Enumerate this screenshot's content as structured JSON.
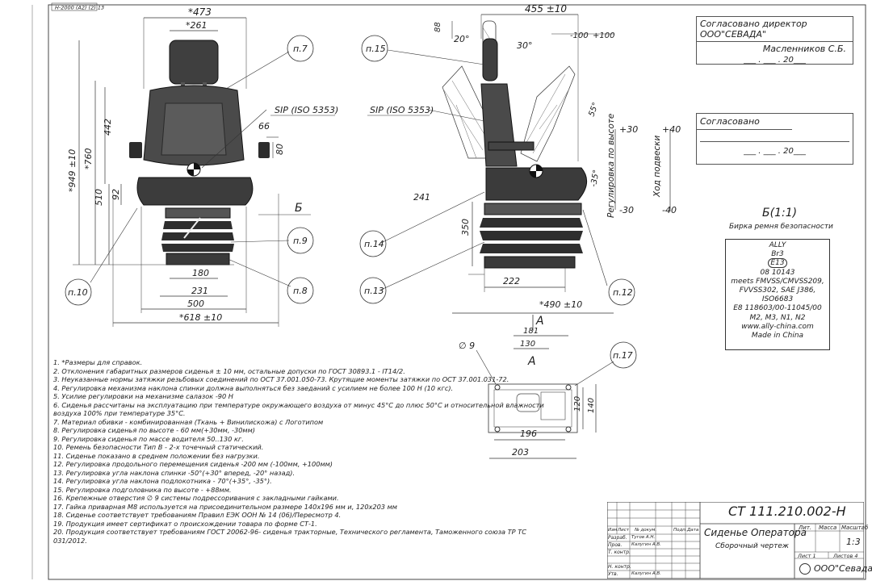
{
  "corner_stamp": "Н-2000 (А2) (2) 13",
  "front_view": {
    "dims": {
      "total_width": "*473",
      "headrest_width": "*261",
      "total_height": "*949 ±10",
      "height_760": "*760",
      "dim_442": "442",
      "dim_510": "510",
      "dim_92": "92",
      "dim_66": "66",
      "dim_80": "80",
      "dim_180": "180",
      "dim_231": "231",
      "dim_500": "500",
      "dim_618": "*618 ±10"
    },
    "callouts": {
      "p7": "п.7",
      "sip": "SIP (ISO 5353)",
      "b": "Б",
      "p9": "п.9",
      "p8": "п.8",
      "p10": "п.10"
    }
  },
  "side_view": {
    "dims": {
      "depth": "455 ±10",
      "dim_88": "88",
      "angle_20": "20°",
      "angle_30": "30°",
      "minus100": "-100",
      "plus100": "+100",
      "angle_55": "55°",
      "angle_35": "-35°",
      "dim_241": "241",
      "dim_350": "350",
      "dim_222": "222",
      "dim_490": "*490 ±10",
      "height_label": "Регулировка по высоте",
      "h_plus30": "+30",
      "h_minus30": "-30",
      "susp_label": "Ход подвески",
      "s_plus40": "+40",
      "s_minus40": "-40",
      "arrow_a": "А"
    },
    "callouts": {
      "p15": "п.15",
      "sip": "SIP (ISO 5353)",
      "p14": "п.14",
      "p13": "п.13",
      "p12": "п.12"
    }
  },
  "approval_1": {
    "title": "Согласовано директор ООО\"СЕВАДА\"",
    "name": "Масленников С.Б.",
    "date_line": "___ . ___ . 20___"
  },
  "approval_2": {
    "title": "Согласовано",
    "date_line": "___ . ___ . 20___"
  },
  "detail_b": {
    "title": "Б(1:1)",
    "subtitle": "Бирка ремня безопасности",
    "lines": [
      "ALLY",
      "Br3",
      "E13",
      "08 10143",
      "meets FMVSS/CMVSS209,",
      "FVVSS302, SAE J386,",
      "ISO6683",
      "E8 118603/00-11045/00",
      "M2, M3, N1, N2",
      "www.ally-china.com",
      "Made in China"
    ]
  },
  "view_a": {
    "label": "А",
    "dim_181": "181",
    "dim_130": "130",
    "dim_120": "120",
    "dim_140": "140",
    "dim_196": "196",
    "dim_203": "203",
    "hole": "∅ 9",
    "p17": "п.17"
  },
  "notes": [
    "1. *Размеры для справок.",
    "2. Отклонения габаритных размеров сиденья ± 10 мм, остальные допуски по ГОСТ 30893.1 - IT14/2.",
    "3. Неуказанные нормы затяжки резьбовых соединений по ОСТ 37.001.050-73. Крутящие моменты затяжки по ОСТ 37.001.031-72.",
    "4. Регулировка механизма наклона спинки должна выполняться без заеданий с усилием не более 100 Н (10 кгс).",
    "5. Усилие регулировки на механизме салазок -90 Н",
    "6. Сиденья рассчитаны на эксплуатацию при температуре окружающего воздуха от минус 45°С до плюс 50°С и относительной влажности воздуха 100% при температуре 35°С.",
    "7. Материал обивки - комбинированная (Ткань + Винилискожа) с Логотипом",
    "8. Регулировка сиденья по высоте - 60 мм(+30мм, -30мм)",
    "9. Регулировка сиденья по массе водителя 50..130 кг.",
    "10. Ремень безопасности Тип В - 2-х точечный статический.",
    "11. Сиденье показано в среднем положении без нагрузки.",
    "12. Регулировка продольного перемещения сиденья -200 мм (-100мм, +100мм)",
    "13. Регулировка угла наклона спинки -50°(+30° вперед, -20° назад).",
    "14. Регулировка угла наклона подлокотника - 70°(+35°, -35°).",
    "15. Регулировка подголовника по высоте - +88мм.",
    "16. Крепежные отверстия ∅ 9 системы подрессоривания с закладными гайками.",
    "17. Гайка приварная М8 используется на присоединительном размере 140х196 мм и, 120х203 мм",
    "18. Сиденье соответствует требованиям Правил ЕЭК ООН № 14 (06)/Пересмотр 4.",
    "19. Продукция имеет сертификат о происхождении товара по форме СТ-1.",
    "20. Продукция соответствует требованиям ГОСТ 20062-96- сиденья тракторные, Технического регламента, Таможенного союза ТР ТС 031/2012."
  ],
  "title_block": {
    "doc_number": "СТ 111.210.002-Н",
    "name": "Сиденье Оператора",
    "doc_type": "Сборочный чертеж",
    "lit_header": "Лит.",
    "mass_header": "Масса",
    "scale_header": "Масштаб",
    "scale": "1:3",
    "sheet": "Лист 1",
    "sheets": "Листов 4",
    "company": "ООО\"Севада\"",
    "cols": [
      "Изм",
      "Лист",
      "№ докум.",
      "Подп.",
      "Дата"
    ],
    "rows": [
      "Разраб.",
      "Пров.",
      "Т. контр.",
      "",
      "Н. контр.",
      "Утв."
    ],
    "signers": [
      "Тугов А.Н.",
      "Калугин А.В.",
      "Калугин А.В."
    ]
  }
}
